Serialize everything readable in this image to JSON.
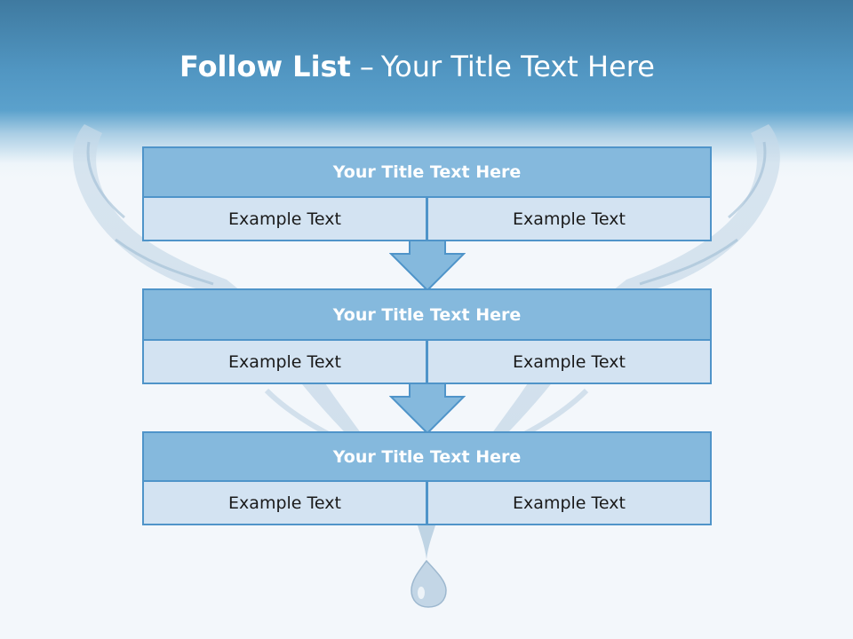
{
  "slide": {
    "title_bold": "Follow List",
    "title_separator": "–",
    "title_rest": "Your Title Text Here"
  },
  "blocks": [
    {
      "title": "Your Title Text Here",
      "left_text": "Example Text",
      "right_text": "Example Text"
    },
    {
      "title": "Your Title Text Here",
      "left_text": "Example Text",
      "right_text": "Example Text"
    },
    {
      "title": "Your Title Text Here",
      "left_text": "Example Text",
      "right_text": "Example Text"
    }
  ],
  "colors": {
    "header_blue": "#5196c2",
    "box_title_fill": "#85b9dd",
    "box_cell_fill": "#d3e3f2",
    "box_border": "#4f94c9",
    "arrow_fill": "#85b9dd"
  }
}
